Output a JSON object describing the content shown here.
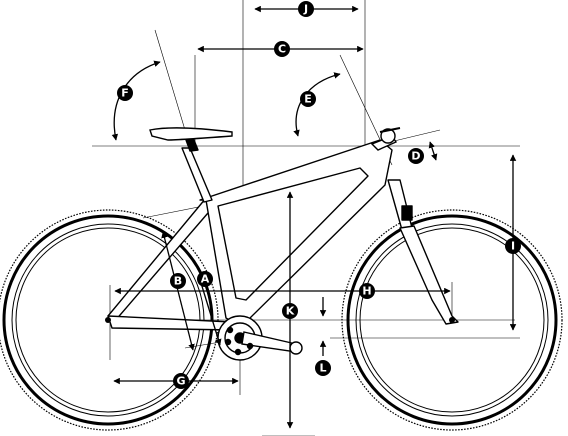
{
  "diagram": {
    "type": "bicycle-geometry",
    "colors": {
      "line": "#000000",
      "marker": "#000000",
      "marker_text": "#ffffff",
      "background": "#ffffff"
    },
    "labels": {
      "A": "A",
      "B": "B",
      "C": "C",
      "D": "D",
      "E": "E",
      "F": "F",
      "G": "G",
      "H": "H",
      "I": "I",
      "J": "J",
      "K": "K",
      "L": "L"
    }
  }
}
